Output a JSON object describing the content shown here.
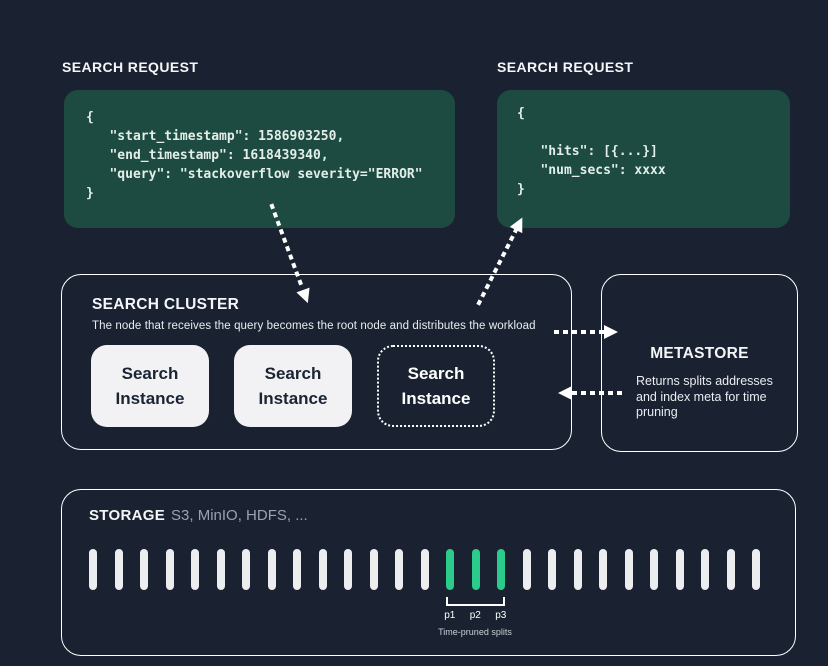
{
  "colors": {
    "background": "#1A2231",
    "code_block_bg": "#1D4B41",
    "code_text": "#E3EEE8",
    "box_border": "#FFFFFF",
    "instance_bg": "#F2F2F4",
    "instance_text": "#1B2433",
    "bar_white": "#ECEDEF",
    "bar_green": "#2BCB8C",
    "muted_text": "#9AA2AE"
  },
  "request": {
    "label": "SEARCH REQUEST",
    "code_lines": [
      "{",
      "   \"start_timestamp\": 1586903250,",
      "   \"end_timestamp\": 1618439340,",
      "   \"query\": \"stackoverflow severity=\"ERROR\"",
      "}"
    ]
  },
  "response": {
    "label": "SEARCH REQUEST",
    "code_lines": [
      "{",
      "",
      "   \"hits\": [{...}]",
      "   \"num_secs\": xxxx",
      "}"
    ]
  },
  "cluster": {
    "title": "SEARCH CLUSTER",
    "subtitle": "The  node that receives the query becomes the root node and distributes the workload",
    "instances": [
      {
        "label": "Search Instance",
        "style": "solid"
      },
      {
        "label": "Search Instance",
        "style": "solid"
      },
      {
        "label": "Search Instance",
        "style": "dashed"
      }
    ]
  },
  "metastore": {
    "title": "METASTORE",
    "description": "Returns splits addresses and index meta for time pruning"
  },
  "storage": {
    "title": "STORAGE",
    "subtitle": "S3, MinIO, HDFS, ...",
    "bars": {
      "total": 27,
      "green_start": 14,
      "green_count": 3
    },
    "pruned_labels": [
      "p1",
      "p2",
      "p3"
    ],
    "pruned_caption": "Time-pruned splits"
  }
}
